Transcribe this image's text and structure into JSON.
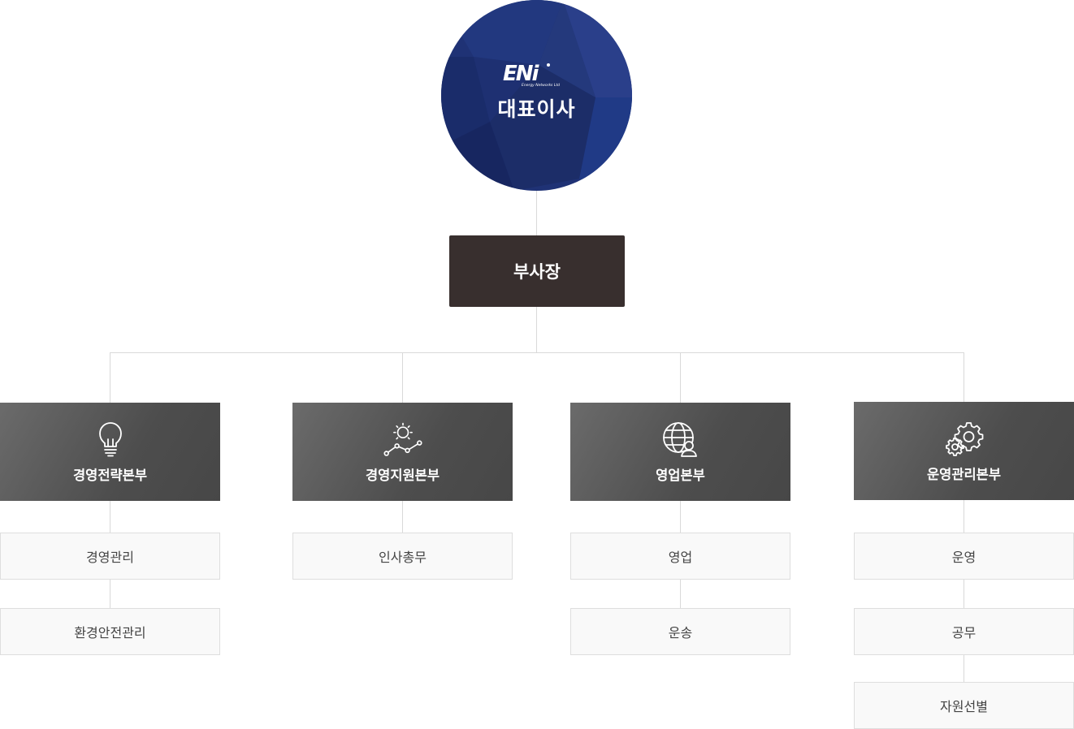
{
  "ceo": {
    "logo_mark": "ENi",
    "logo_caption": "Energy Networks Ltd",
    "title": "대표이사",
    "color": "#1f3275"
  },
  "vice_president": {
    "title": "부사장",
    "color": "#382f2e"
  },
  "divisions": [
    {
      "label": "경영전략본부",
      "icon": "lightbulb-icon",
      "teams": [
        "경영관리",
        "환경안전관리"
      ]
    },
    {
      "label": "경영지원본부",
      "icon": "growth-chart-icon",
      "teams": [
        "인사총무"
      ]
    },
    {
      "label": "영업본부",
      "icon": "globe-user-icon",
      "teams": [
        "영업",
        "운송"
      ]
    },
    {
      "label": "운영관리본부",
      "icon": "gears-icon",
      "teams": [
        "운영",
        "공무",
        "자원선별"
      ]
    }
  ]
}
